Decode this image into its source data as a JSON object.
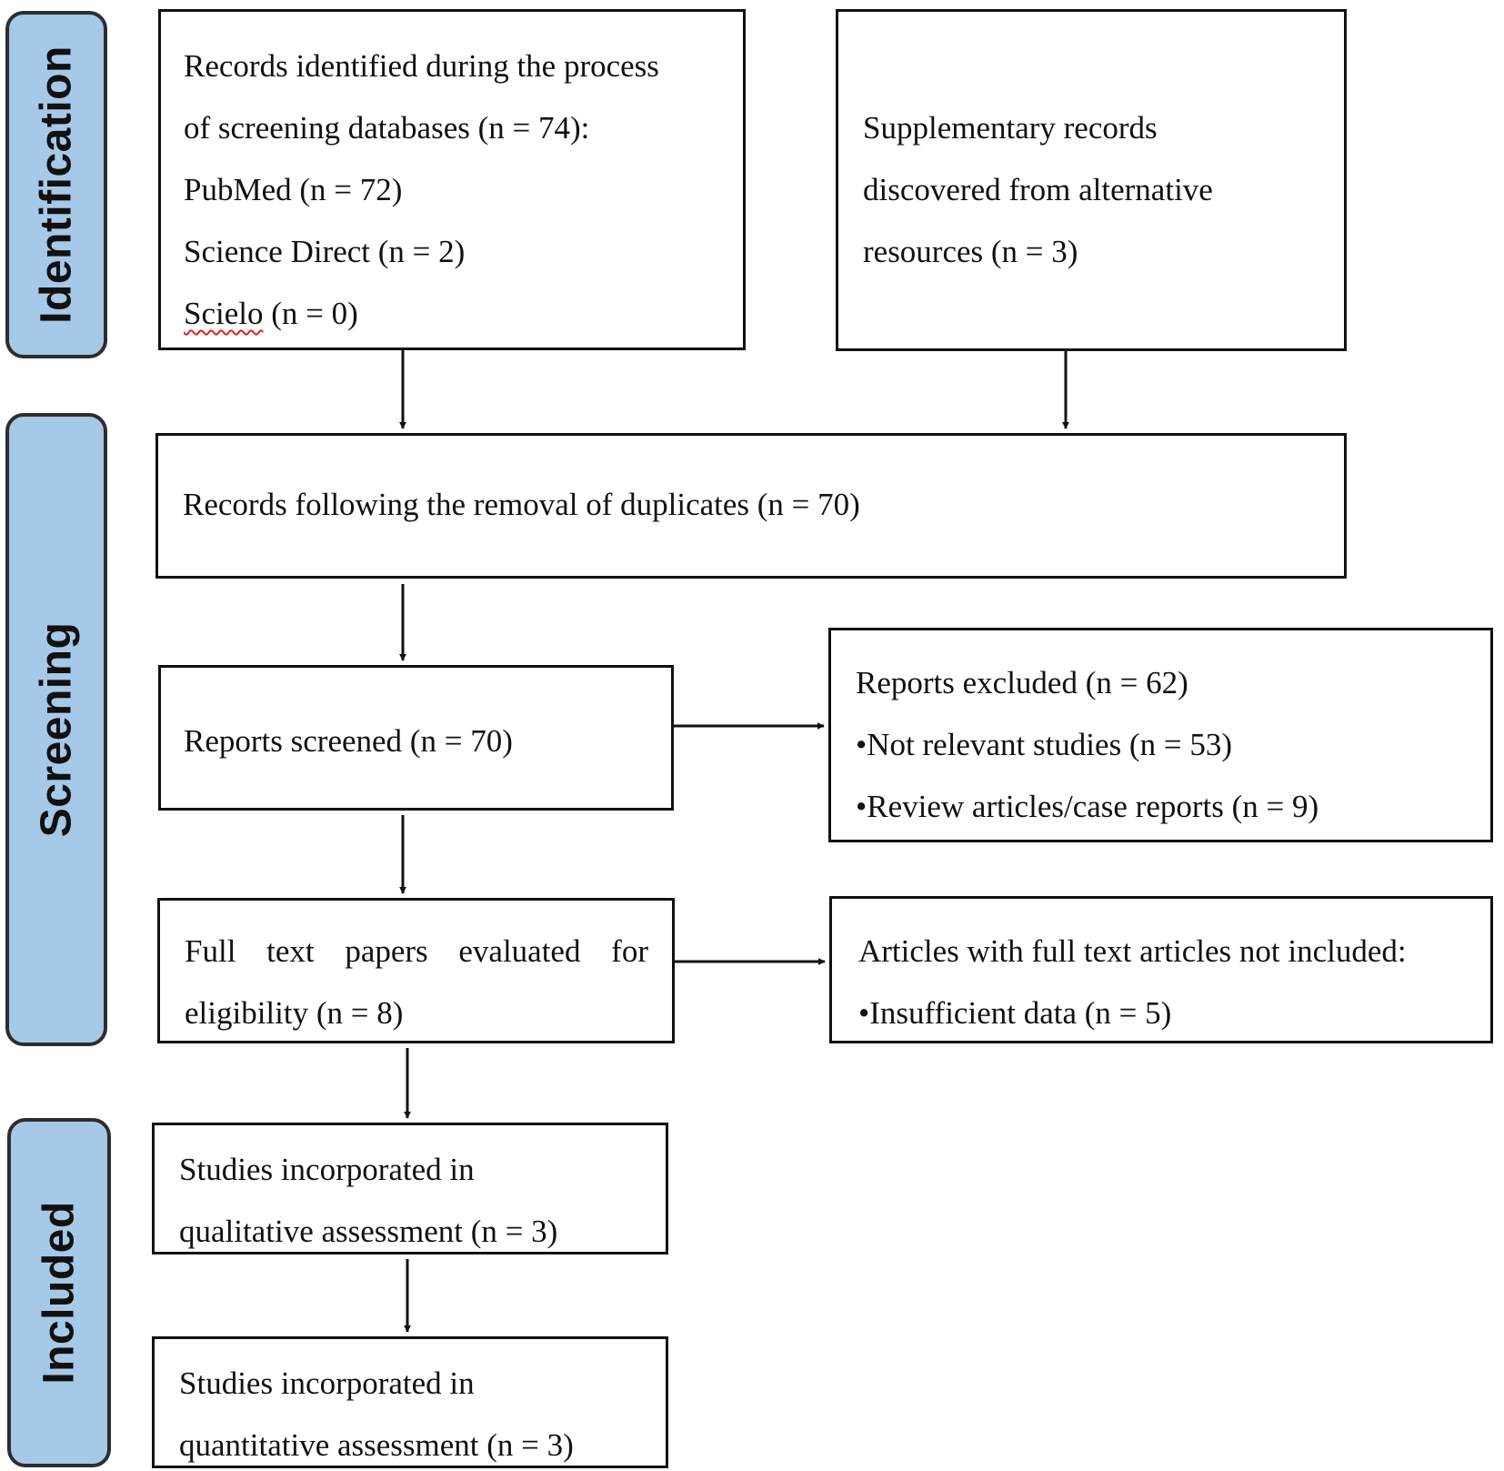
{
  "stages": {
    "identification": "Identification",
    "screening": "Screening",
    "included": "Included"
  },
  "boxes": {
    "records_identified": {
      "line1": "Records identified during the process",
      "line2": "of screening databases (n = 74):",
      "pubmed": "PubMed (n = 72)",
      "science_direct": "Science Direct (n = 2)",
      "scielo_word": "Scielo",
      "scielo_count": " (n = 0)"
    },
    "supplementary": {
      "line1": "Supplementary records",
      "line2": "discovered from alternative",
      "line3": "resources (n = 3)"
    },
    "after_duplicates": {
      "line1": "Records following the removal of duplicates (n = 70)"
    },
    "screened": {
      "line1": "Reports screened (n = 70)"
    },
    "excluded": {
      "line1": "Reports excluded (n = 62)",
      "line2": "•Not relevant studies (n = 53)",
      "line3": "•Review articles/case reports (n = 9)"
    },
    "full_text": {
      "w1": "Full",
      "w2": "text",
      "w3": "papers",
      "w4": "evaluated",
      "w5": "for",
      "line2": "eligibility (n = 8)"
    },
    "not_included": {
      "line1": "Articles with full text articles not included:",
      "line2": "•Insufficient data (n = 5)"
    },
    "qualitative": {
      "line1": "Studies incorporated in",
      "line2": "qualitative assessment (n = 3)"
    },
    "quantitative": {
      "line1": "Studies incorporated in",
      "line2": "quantitative assessment (n = 3)"
    }
  },
  "colors": {
    "stage_fill": "#a6c9e8",
    "stage_border": "#2d2d2d",
    "box_border": "#111111",
    "spellcheck_underline": "#e02020"
  }
}
